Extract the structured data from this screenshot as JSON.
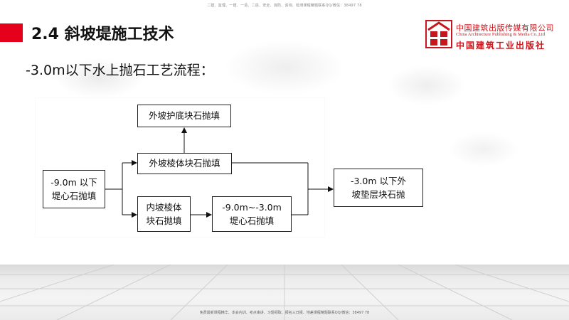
{
  "header": {
    "top_note": "二建、监理、一建、一造、二造、安全、消防、咨询、检测课程精题联系QQ/微信：38497 78",
    "title": "2.4 斜坡堤施工技术"
  },
  "logo": {
    "name_cn": "中国建筑出版传媒有限公司",
    "name_en": "China Architecture Publishing & Media Co.,Ltd",
    "name_cn_calligraphy": "中国建筑工业出版社"
  },
  "subtitle": "-3.0m以下水上抛石工艺流程：",
  "flow": {
    "start": [
      "-9.0m 以下",
      "堤心石抛填"
    ],
    "outer_slope_prism": "外坡棱体块石抛填",
    "outer_slope_toe": "外坡护底块石抛填",
    "inner_slope_prism": [
      "内坡棱体",
      "块石抛填"
    ],
    "core_fill": [
      "-9.0m~-3.0m",
      "堤心石抛填"
    ],
    "end": [
      "-3.0m 以下外",
      "坡垫层块石抛"
    ]
  },
  "footer": {
    "bottom_note": "免费最新课程精华、本会内训、考点串讲、习题领取、报名三日报、地差课程精题联系QQ/微信：38497 78"
  }
}
